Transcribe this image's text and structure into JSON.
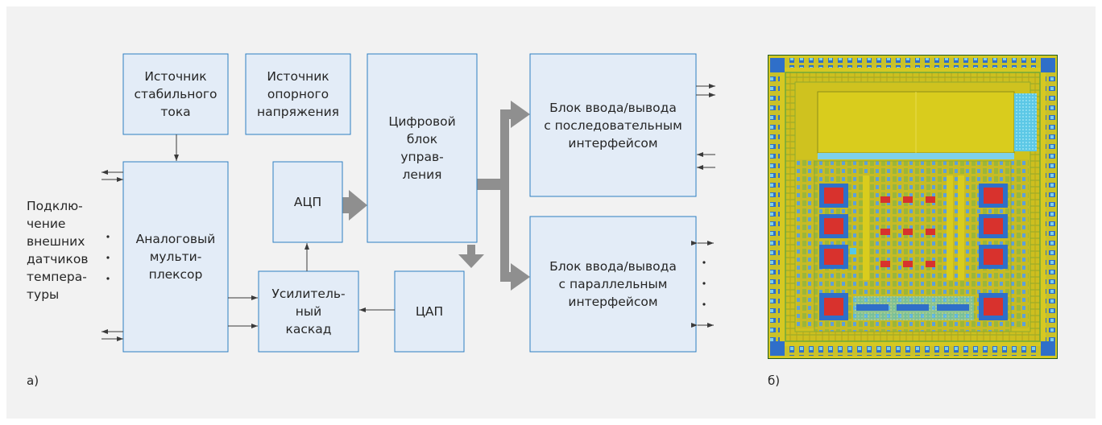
{
  "diagram": {
    "blocks": {
      "current_source": "Источник\nстабильного\nтока",
      "reference_source": "Источник\nопорного\nнапряжения",
      "digital_control": "Цифровой\nблок\nуправ-\nления",
      "serial_io": "Блок ввода/вывода\nс последовательным\nинтерфейсом",
      "analog_mux": "Аналоговый\nмульти-\nплексор",
      "adc": "АЦП",
      "amplifier": "Усилитель-\nный\nкаскад",
      "dac": "ЦАП",
      "parallel_io": "Блок ввода/вывода\nс параллельным\nинтерфейсом"
    },
    "external_sensors_label": "Подклю-\nчение\nвнешних\nдатчиков\nтемпера-\nтуры"
  },
  "captions": {
    "a": "а)",
    "b": "б)"
  },
  "colors": {
    "block_fill": "#e3ecf7",
    "block_stroke": "#2e7fc2",
    "bus_arrow": "#8f8f8f",
    "chip_gold": "#d6c822",
    "chip_border": "#6ea83a",
    "chip_cyan": "#53c8e8",
    "chip_red": "#d8322d"
  }
}
